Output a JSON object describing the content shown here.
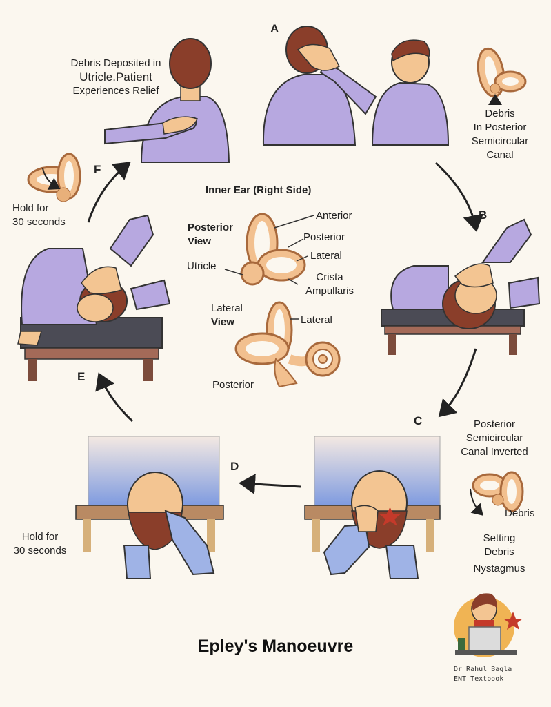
{
  "title": "Epley's Manoeuvre",
  "center": {
    "heading": "Inner Ear (Right Side)",
    "posterior_view": [
      "Posterior",
      "View"
    ],
    "lateral_view": [
      "Lateral",
      "View"
    ],
    "labels": {
      "anterior": "Anterior",
      "posterior": "Posterior",
      "lateral": "Lateral",
      "crista": [
        "Crista",
        "Ampullaris"
      ],
      "utricle": "Utricle",
      "lateral2": "Lateral",
      "posterior2": "Posterior"
    }
  },
  "steps": {
    "a": {
      "letter": "A",
      "caption": [
        "Debris",
        "In Posterior",
        "Semicircular",
        "Canal"
      ]
    },
    "b": {
      "letter": "B"
    },
    "c": {
      "letter": "C",
      "caption": [
        "Posterior",
        "Semicircular",
        "Canal Inverted"
      ],
      "debris": "Debris",
      "notes": [
        "Setting",
        "Debris",
        "Nystagmus"
      ]
    },
    "d": {
      "letter": "D",
      "hold": [
        "Hold for",
        "30 seconds"
      ]
    },
    "e": {
      "letter": "E"
    },
    "f": {
      "letter": "F",
      "caption": [
        "Debris Deposited in",
        "Utricle.Patient",
        "Experiences Relief"
      ],
      "hold": [
        "Hold for",
        "30 seconds"
      ]
    }
  },
  "credit": [
    "Dr Rahul Bagla",
    "ENT Textbook"
  ],
  "colors": {
    "gown": "#b7a8e0",
    "skin": "#f3c592",
    "hair": "#8a3e2a",
    "table": "#4b4b55",
    "legs": "#7c4c3c",
    "ear": "#f2c08f"
  }
}
